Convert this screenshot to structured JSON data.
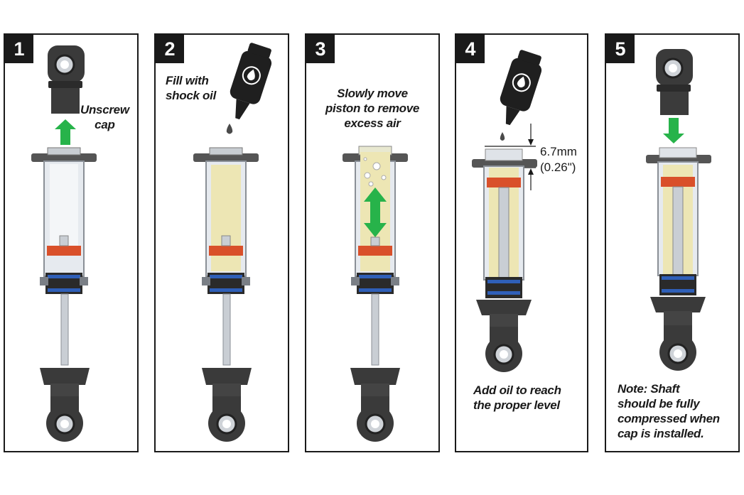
{
  "steps": [
    {
      "number": "1",
      "caption": [
        "Unscrew",
        "cap"
      ]
    },
    {
      "number": "2",
      "caption": [
        "Fill with",
        "shock oil"
      ]
    },
    {
      "number": "3",
      "caption": [
        "Slowly move",
        "piston to remove",
        "excess air"
      ]
    },
    {
      "number": "4",
      "caption": [
        "Add oil to reach",
        "the proper level"
      ],
      "measurement": [
        "6.7mm",
        "(0.26\")"
      ]
    },
    {
      "number": "5",
      "caption": [
        "Note: Shaft",
        "should be fully",
        "compressed when",
        "cap is installed."
      ]
    }
  ],
  "colors": {
    "frame": "#1a1a1a",
    "badge": "#1a1a1a",
    "arrow": "#27b34a",
    "oil": "#ede6b4",
    "piston_ring": "#d9502a",
    "seal_ring": "#2f5fb8",
    "body": "#dfe3e8",
    "rod_end": "#3a3a3a"
  },
  "icons": [
    "oil-bottle-icon",
    "oil-drop-icon",
    "green-arrow-up-icon",
    "green-arrow-down-icon",
    "green-double-arrow-icon",
    "dimension-arrow-icon"
  ]
}
